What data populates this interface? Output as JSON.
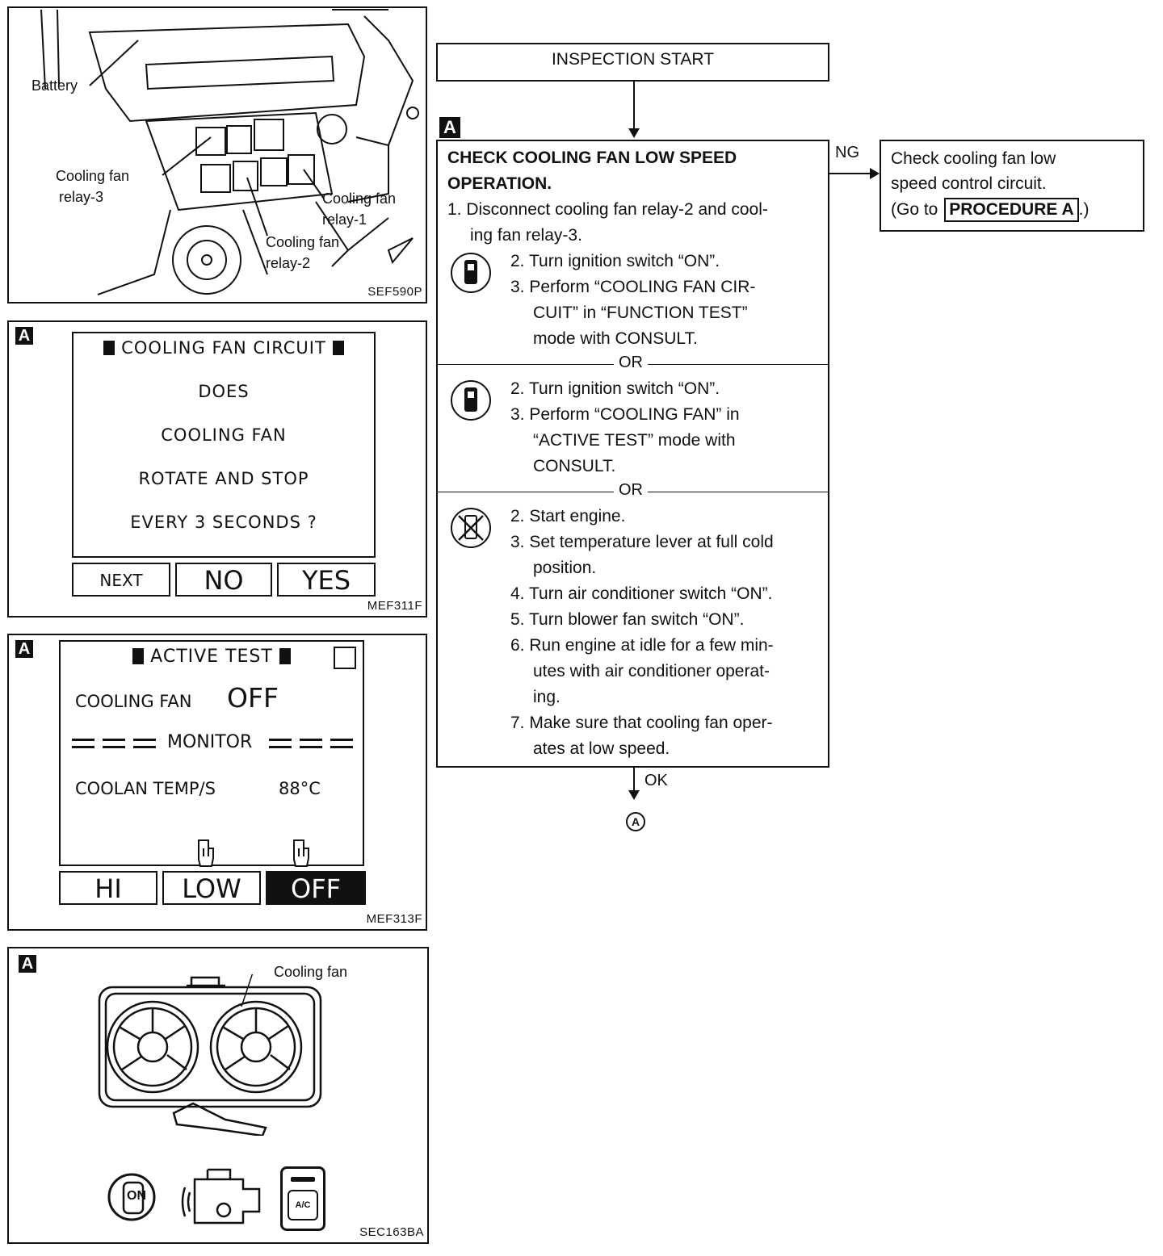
{
  "fig1": {
    "code": "SEF590P",
    "labels": {
      "battery": "Battery",
      "relay3_a": "Cooling fan",
      "relay3_b": "relay-3",
      "relay1_a": "Cooling fan",
      "relay1_b": "relay-1",
      "relay2_a": "Cooling fan",
      "relay2_b": "relay-2"
    }
  },
  "fig2": {
    "tag": "A",
    "code": "MEF311F",
    "screen_lines": [
      "COOLING FAN CIRCUIT",
      "DOES",
      "COOLING FAN",
      "ROTATE AND STOP",
      "EVERY 3 SECONDS ?"
    ],
    "softkeys": [
      "NEXT",
      "NO",
      "YES"
    ]
  },
  "fig3": {
    "tag": "A",
    "code": "MEF313F",
    "title": "ACTIVE TEST",
    "item_label": "COOLING FAN",
    "item_value": "OFF",
    "monitor_label": "MONITOR",
    "sensor_label": "COOLAN TEMP/S",
    "sensor_value": "88°C",
    "softkeys": [
      "HI",
      "LOW",
      "OFF"
    ]
  },
  "fig4": {
    "tag": "A",
    "code": "SEC163BA",
    "label": "Cooling fan",
    "switch_on": "ON",
    "ac_label": "A/C"
  },
  "flow": {
    "start": "INSPECTION START",
    "tag": "A",
    "heading_line1": "CHECK COOLING FAN LOW SPEED",
    "heading_line2": "OPERATION.",
    "step1_a": "1. Disconnect cooling fan relay-2 and cool-",
    "step1_b": "ing fan relay-3.",
    "sec1": [
      "2. Turn ignition switch “ON”.",
      "3. Perform “COOLING FAN CIR-",
      "CUIT” in “FUNCTION TEST”",
      "mode with CONSULT."
    ],
    "or": "OR",
    "sec2": [
      "2. Turn ignition switch “ON”.",
      "3. Perform “COOLING FAN” in",
      "“ACTIVE TEST” mode with",
      "CONSULT."
    ],
    "sec3": [
      "2. Start engine.",
      "3. Set temperature lever at full cold",
      "position.",
      "4. Turn air conditioner switch “ON”.",
      "5. Turn blower fan switch “ON”.",
      "6. Run engine at idle for a few min-",
      "utes with air conditioner operat-",
      "ing.",
      "7. Make sure that cooling fan oper-",
      "ates at low speed."
    ],
    "ng": "NG",
    "ok": "OK",
    "connector": "A",
    "ng_box_line1": "Check cooling fan low",
    "ng_box_line2": "speed control circuit.",
    "ng_box_goto": "(Go to",
    "ng_box_proc": "PROCEDURE A",
    "ng_box_end": ".)"
  }
}
